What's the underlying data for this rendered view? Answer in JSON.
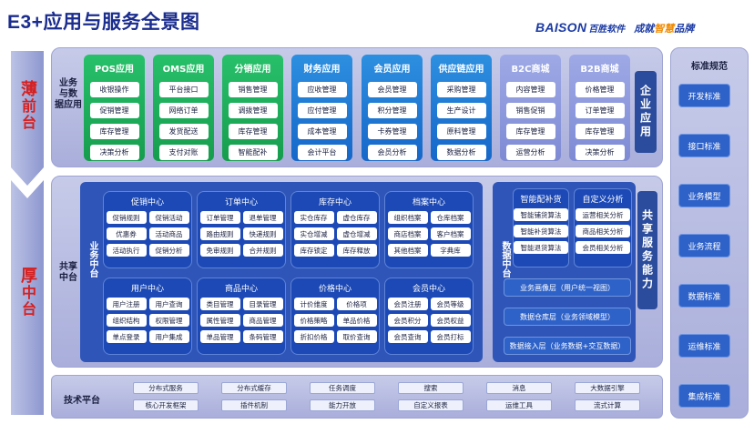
{
  "title": "E3+应用与服务全景图",
  "brand": {
    "name": "BAISON",
    "cn": "百胜软件",
    "slogan_a": "成就",
    "slogan_b": "智慧",
    "slogan_c": "品牌"
  },
  "arrow": {
    "front_a": "薄",
    "front_b": "前台",
    "mid_a": "厚",
    "mid_b": "中台"
  },
  "front": {
    "label_a": "业务",
    "label_b": "与数",
    "label_c": "据应用",
    "side": "企业应用",
    "apps": [
      {
        "title": "POS应用",
        "items": [
          "收银操作",
          "促销管理",
          "库存管理",
          "决策分析"
        ]
      },
      {
        "title": "OMS应用",
        "items": [
          "平台接口",
          "网络订单",
          "发货配送",
          "支付对账"
        ]
      },
      {
        "title": "分销应用",
        "items": [
          "销售管理",
          "调拨管理",
          "库存管理",
          "智能配补"
        ]
      },
      {
        "title": "财务应用",
        "items": [
          "应收管理",
          "应付管理",
          "成本管理",
          "会计平台"
        ]
      },
      {
        "title": "会员应用",
        "items": [
          "会员管理",
          "积分管理",
          "卡券管理",
          "会员分析"
        ]
      },
      {
        "title": "供应链应用",
        "items": [
          "采购管理",
          "生产设计",
          "原料管理",
          "数据分析"
        ]
      },
      {
        "title": "B2C商城",
        "items": [
          "内容管理",
          "销售促销",
          "库存管理",
          "运营分析"
        ]
      },
      {
        "title": "B2B商城",
        "items": [
          "价格管理",
          "订单管理",
          "库存管理",
          "决策分析"
        ]
      }
    ]
  },
  "middle": {
    "label_a": "共享",
    "label_b": "中台",
    "biz_label": "业务中台",
    "data_label": "数据中台",
    "side": "共享服务能力",
    "biz_centers": [
      {
        "title": "促销中心",
        "items": [
          "促销规则",
          "促销活动",
          "优惠券",
          "活动商品",
          "活动执行",
          "促销分析"
        ]
      },
      {
        "title": "订单中心",
        "items": [
          "订单管理",
          "退单管理",
          "路由规则",
          "快递规则",
          "免审规则",
          "合并规则"
        ]
      },
      {
        "title": "库存中心",
        "items": [
          "实仓库存",
          "虚仓库存",
          "实仓增减",
          "虚仓增减",
          "库存锁定",
          "库存释放"
        ]
      },
      {
        "title": "档案中心",
        "items": [
          "组织档案",
          "仓库档案",
          "商店档案",
          "客户档案",
          "其他档案",
          "字典库"
        ]
      },
      {
        "title": "用户中心",
        "items": [
          "用户注册",
          "用户查询",
          "组织结构",
          "权限管理",
          "单点登录",
          "用户集成"
        ]
      },
      {
        "title": "商品中心",
        "items": [
          "类目管理",
          "目录管理",
          "属性管理",
          "商品管理",
          "单品管理",
          "条码管理"
        ]
      },
      {
        "title": "价格中心",
        "items": [
          "计价维度",
          "价格项",
          "价格策略",
          "单品价格",
          "折扣价格",
          "取价查询"
        ]
      },
      {
        "title": "会员中心",
        "items": [
          "会员注册",
          "会员等级",
          "会员积分",
          "会员权益",
          "会员查询",
          "会员打标"
        ]
      }
    ],
    "data_cards": [
      {
        "title": "智能配补货",
        "items": [
          "智能铺货算法",
          "智能补货算法",
          "智能退货算法"
        ]
      },
      {
        "title": "自定义分析",
        "items": [
          "运营相关分析",
          "商品相关分析",
          "会员相关分析"
        ]
      }
    ],
    "layers": [
      "业务画像层（用户统一视图）",
      "数据仓库层（业务领域模型）",
      "数据接入层（业务数据+交互数据）"
    ]
  },
  "tech": {
    "label": "技术平台",
    "row1": [
      "分布式服务",
      "分布式缓存",
      "任务调度",
      "搜索",
      "消息",
      "大数据引擎"
    ],
    "row2": [
      "核心开发框架",
      "插件机制",
      "能力开放",
      "自定义报表",
      "运维工具",
      "流式计算"
    ]
  },
  "standards": {
    "title": "标准规范",
    "items": [
      "开发标准",
      "接口标准",
      "业务模型",
      "业务流程",
      "数据标准",
      "运维标准",
      "集成标准"
    ]
  },
  "colors": {
    "title": "#1a2c8e",
    "green": "#1fae5b",
    "blue": "#1e7ad6",
    "navy": "#2b4c9c",
    "red": "#d62020"
  }
}
